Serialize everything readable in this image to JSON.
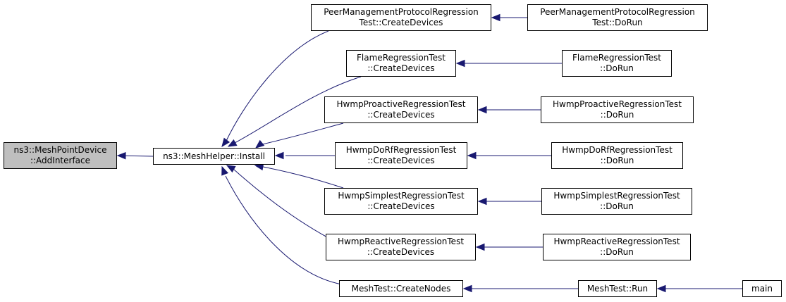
{
  "graph": {
    "nodes": {
      "add_interface": {
        "lines": [
          "ns3::MeshPointDevice",
          "::AddInterface"
        ],
        "highlighted": true
      },
      "install": {
        "lines": [
          "ns3::MeshHelper::Install"
        ]
      },
      "pmp_create": {
        "lines": [
          "PeerManagementProtocolRegression",
          "Test::CreateDevices"
        ]
      },
      "pmp_dorun": {
        "lines": [
          "PeerManagementProtocolRegression",
          "Test::DoRun"
        ]
      },
      "flame_create": {
        "lines": [
          "FlameRegressionTest",
          "::CreateDevices"
        ]
      },
      "flame_dorun": {
        "lines": [
          "FlameRegressionTest",
          "::DoRun"
        ]
      },
      "proactive_create": {
        "lines": [
          "HwmpProactiveRegressionTest",
          "::CreateDevices"
        ]
      },
      "proactive_dorun": {
        "lines": [
          "HwmpProactiveRegressionTest",
          "::DoRun"
        ]
      },
      "dorf_create": {
        "lines": [
          "HwmpDoRfRegressionTest",
          "::CreateDevices"
        ]
      },
      "dorf_dorun": {
        "lines": [
          "HwmpDoRfRegressionTest",
          "::DoRun"
        ]
      },
      "simplest_create": {
        "lines": [
          "HwmpSimplestRegressionTest",
          "::CreateDevices"
        ]
      },
      "simplest_dorun": {
        "lines": [
          "HwmpSimplestRegressionTest",
          "::DoRun"
        ]
      },
      "reactive_create": {
        "lines": [
          "HwmpReactiveRegressionTest",
          "::CreateDevices"
        ]
      },
      "reactive_dorun": {
        "lines": [
          "HwmpReactiveRegressionTest",
          "::DoRun"
        ]
      },
      "meshtest_createnodes": {
        "lines": [
          "MeshTest::CreateNodes"
        ]
      },
      "meshtest_run": {
        "lines": [
          "MeshTest::Run"
        ]
      },
      "main": {
        "lines": [
          "main"
        ]
      }
    },
    "edges": [
      {
        "from": "install",
        "to": "add_interface"
      },
      {
        "from": "pmp_create",
        "to": "install"
      },
      {
        "from": "flame_create",
        "to": "install"
      },
      {
        "from": "proactive_create",
        "to": "install"
      },
      {
        "from": "dorf_create",
        "to": "install"
      },
      {
        "from": "simplest_create",
        "to": "install"
      },
      {
        "from": "reactive_create",
        "to": "install"
      },
      {
        "from": "meshtest_createnodes",
        "to": "install"
      },
      {
        "from": "pmp_dorun",
        "to": "pmp_create"
      },
      {
        "from": "flame_dorun",
        "to": "flame_create"
      },
      {
        "from": "proactive_dorun",
        "to": "proactive_create"
      },
      {
        "from": "dorf_dorun",
        "to": "dorf_create"
      },
      {
        "from": "simplest_dorun",
        "to": "simplest_create"
      },
      {
        "from": "reactive_dorun",
        "to": "reactive_create"
      },
      {
        "from": "meshtest_run",
        "to": "meshtest_createnodes"
      },
      {
        "from": "main",
        "to": "meshtest_run"
      }
    ],
    "colors": {
      "edge": "#191970",
      "highlighted_fill": "#bfbfbf",
      "node_fill": "#ffffff",
      "node_border": "#000000"
    }
  }
}
